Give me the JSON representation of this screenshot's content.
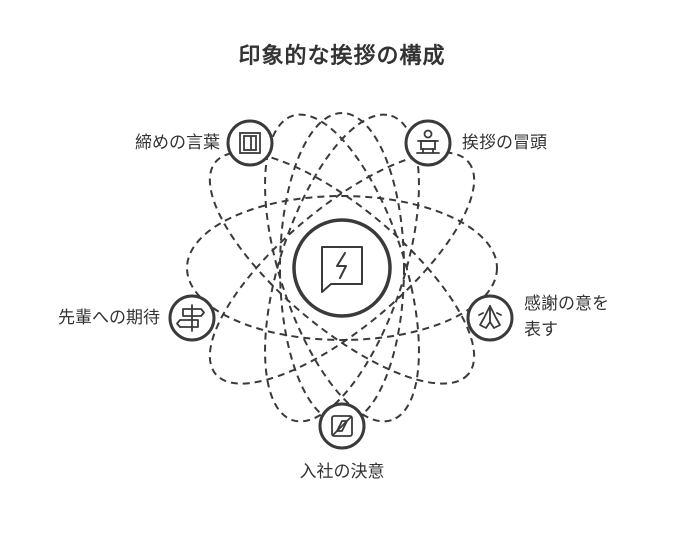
{
  "title": "印象的な挨拶の構成",
  "colors": {
    "stroke": "#3a3a3a",
    "background": "#ffffff",
    "text": "#333333"
  },
  "center": {
    "icon": "speech-bubble-lightning-icon"
  },
  "nodes": [
    {
      "id": "closing",
      "label": "締めの言葉",
      "icon": "door-icon"
    },
    {
      "id": "opening",
      "label": "挨拶の冒頭",
      "icon": "podium-speaker-icon"
    },
    {
      "id": "expectations",
      "label": "先輩への期待",
      "icon": "signpost-icon"
    },
    {
      "id": "gratitude",
      "label_line1": "感謝の意を",
      "label_line2": "表す",
      "icon": "praying-hands-icon"
    },
    {
      "id": "resolve",
      "label": "入社の決意",
      "icon": "compass-square-icon"
    }
  ]
}
